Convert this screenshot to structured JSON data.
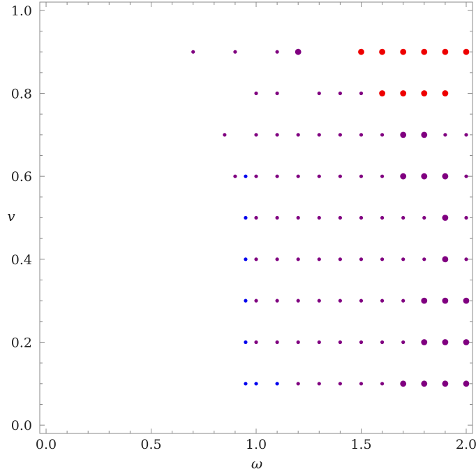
{
  "chart_data": {
    "type": "scatter",
    "xlabel": "ω",
    "ylabel": "v",
    "xlim": [
      -0.03,
      2.03
    ],
    "ylim": [
      -0.02,
      1.02
    ],
    "x_ticks": [
      "0.0",
      "0.5",
      "1.0",
      "1.5",
      "2.0"
    ],
    "x_tick_values": [
      0.0,
      0.5,
      1.0,
      1.5,
      2.0
    ],
    "y_ticks": [
      "0.0",
      "0.2",
      "0.4",
      "0.6",
      "0.8",
      "1.0"
    ],
    "y_tick_values": [
      0.0,
      0.2,
      0.4,
      0.6,
      0.8,
      1.0
    ],
    "grid": false,
    "colors": {
      "blue": "#0000ee",
      "purple": "#800080",
      "red": "#ee0000",
      "frame": "#888888"
    },
    "points": [
      {
        "x": 0.7,
        "y": 0.9,
        "color": "purple",
        "size": "small"
      },
      {
        "x": 0.9,
        "y": 0.9,
        "color": "purple",
        "size": "small"
      },
      {
        "x": 1.1,
        "y": 0.9,
        "color": "purple",
        "size": "small"
      },
      {
        "x": 1.2,
        "y": 0.9,
        "color": "purple",
        "size": "large"
      },
      {
        "x": 1.5,
        "y": 0.9,
        "color": "red",
        "size": "large"
      },
      {
        "x": 1.6,
        "y": 0.9,
        "color": "red",
        "size": "large"
      },
      {
        "x": 1.7,
        "y": 0.9,
        "color": "red",
        "size": "large"
      },
      {
        "x": 1.8,
        "y": 0.9,
        "color": "red",
        "size": "large"
      },
      {
        "x": 1.9,
        "y": 0.9,
        "color": "red",
        "size": "large"
      },
      {
        "x": 2.0,
        "y": 0.9,
        "color": "red",
        "size": "large"
      },
      {
        "x": 1.0,
        "y": 0.8,
        "color": "purple",
        "size": "small"
      },
      {
        "x": 1.1,
        "y": 0.8,
        "color": "purple",
        "size": "small"
      },
      {
        "x": 1.3,
        "y": 0.8,
        "color": "purple",
        "size": "small"
      },
      {
        "x": 1.4,
        "y": 0.8,
        "color": "purple",
        "size": "small"
      },
      {
        "x": 1.5,
        "y": 0.8,
        "color": "purple",
        "size": "small"
      },
      {
        "x": 1.6,
        "y": 0.8,
        "color": "red",
        "size": "large"
      },
      {
        "x": 1.7,
        "y": 0.8,
        "color": "red",
        "size": "large"
      },
      {
        "x": 1.8,
        "y": 0.8,
        "color": "red",
        "size": "large"
      },
      {
        "x": 1.9,
        "y": 0.8,
        "color": "red",
        "size": "large"
      },
      {
        "x": 0.85,
        "y": 0.7,
        "color": "purple",
        "size": "small"
      },
      {
        "x": 1.0,
        "y": 0.7,
        "color": "purple",
        "size": "small"
      },
      {
        "x": 1.1,
        "y": 0.7,
        "color": "purple",
        "size": "small"
      },
      {
        "x": 1.2,
        "y": 0.7,
        "color": "purple",
        "size": "small"
      },
      {
        "x": 1.3,
        "y": 0.7,
        "color": "purple",
        "size": "small"
      },
      {
        "x": 1.4,
        "y": 0.7,
        "color": "purple",
        "size": "small"
      },
      {
        "x": 1.5,
        "y": 0.7,
        "color": "purple",
        "size": "small"
      },
      {
        "x": 1.6,
        "y": 0.7,
        "color": "purple",
        "size": "small"
      },
      {
        "x": 1.7,
        "y": 0.7,
        "color": "purple",
        "size": "large"
      },
      {
        "x": 1.8,
        "y": 0.7,
        "color": "purple",
        "size": "large"
      },
      {
        "x": 1.9,
        "y": 0.7,
        "color": "purple",
        "size": "small"
      },
      {
        "x": 2.0,
        "y": 0.7,
        "color": "purple",
        "size": "small"
      },
      {
        "x": 0.9,
        "y": 0.6,
        "color": "purple",
        "size": "small"
      },
      {
        "x": 0.95,
        "y": 0.6,
        "color": "blue",
        "size": "small"
      },
      {
        "x": 1.0,
        "y": 0.6,
        "color": "purple",
        "size": "small"
      },
      {
        "x": 1.1,
        "y": 0.6,
        "color": "purple",
        "size": "small"
      },
      {
        "x": 1.2,
        "y": 0.6,
        "color": "purple",
        "size": "small"
      },
      {
        "x": 1.3,
        "y": 0.6,
        "color": "purple",
        "size": "small"
      },
      {
        "x": 1.4,
        "y": 0.6,
        "color": "purple",
        "size": "small"
      },
      {
        "x": 1.5,
        "y": 0.6,
        "color": "purple",
        "size": "small"
      },
      {
        "x": 1.6,
        "y": 0.6,
        "color": "purple",
        "size": "small"
      },
      {
        "x": 1.7,
        "y": 0.6,
        "color": "purple",
        "size": "large"
      },
      {
        "x": 1.8,
        "y": 0.6,
        "color": "purple",
        "size": "large"
      },
      {
        "x": 1.9,
        "y": 0.6,
        "color": "purple",
        "size": "large"
      },
      {
        "x": 2.0,
        "y": 0.6,
        "color": "purple",
        "size": "small"
      },
      {
        "x": 0.95,
        "y": 0.5,
        "color": "blue",
        "size": "small"
      },
      {
        "x": 1.0,
        "y": 0.5,
        "color": "purple",
        "size": "small"
      },
      {
        "x": 1.1,
        "y": 0.5,
        "color": "purple",
        "size": "small"
      },
      {
        "x": 1.2,
        "y": 0.5,
        "color": "purple",
        "size": "small"
      },
      {
        "x": 1.3,
        "y": 0.5,
        "color": "purple",
        "size": "small"
      },
      {
        "x": 1.4,
        "y": 0.5,
        "color": "purple",
        "size": "small"
      },
      {
        "x": 1.5,
        "y": 0.5,
        "color": "purple",
        "size": "small"
      },
      {
        "x": 1.6,
        "y": 0.5,
        "color": "purple",
        "size": "small"
      },
      {
        "x": 1.7,
        "y": 0.5,
        "color": "purple",
        "size": "small"
      },
      {
        "x": 1.8,
        "y": 0.5,
        "color": "purple",
        "size": "small"
      },
      {
        "x": 1.9,
        "y": 0.5,
        "color": "purple",
        "size": "large"
      },
      {
        "x": 2.0,
        "y": 0.5,
        "color": "purple",
        "size": "small"
      },
      {
        "x": 0.95,
        "y": 0.4,
        "color": "blue",
        "size": "small"
      },
      {
        "x": 1.0,
        "y": 0.4,
        "color": "purple",
        "size": "small"
      },
      {
        "x": 1.1,
        "y": 0.4,
        "color": "purple",
        "size": "small"
      },
      {
        "x": 1.2,
        "y": 0.4,
        "color": "purple",
        "size": "small"
      },
      {
        "x": 1.3,
        "y": 0.4,
        "color": "purple",
        "size": "small"
      },
      {
        "x": 1.4,
        "y": 0.4,
        "color": "purple",
        "size": "small"
      },
      {
        "x": 1.5,
        "y": 0.4,
        "color": "purple",
        "size": "small"
      },
      {
        "x": 1.6,
        "y": 0.4,
        "color": "purple",
        "size": "small"
      },
      {
        "x": 1.7,
        "y": 0.4,
        "color": "purple",
        "size": "small"
      },
      {
        "x": 1.8,
        "y": 0.4,
        "color": "purple",
        "size": "small"
      },
      {
        "x": 1.9,
        "y": 0.4,
        "color": "purple",
        "size": "large"
      },
      {
        "x": 2.0,
        "y": 0.4,
        "color": "purple",
        "size": "small"
      },
      {
        "x": 0.95,
        "y": 0.3,
        "color": "blue",
        "size": "small"
      },
      {
        "x": 1.0,
        "y": 0.3,
        "color": "purple",
        "size": "small"
      },
      {
        "x": 1.1,
        "y": 0.3,
        "color": "purple",
        "size": "small"
      },
      {
        "x": 1.2,
        "y": 0.3,
        "color": "purple",
        "size": "small"
      },
      {
        "x": 1.3,
        "y": 0.3,
        "color": "purple",
        "size": "small"
      },
      {
        "x": 1.4,
        "y": 0.3,
        "color": "purple",
        "size": "small"
      },
      {
        "x": 1.5,
        "y": 0.3,
        "color": "purple",
        "size": "small"
      },
      {
        "x": 1.6,
        "y": 0.3,
        "color": "purple",
        "size": "small"
      },
      {
        "x": 1.7,
        "y": 0.3,
        "color": "purple",
        "size": "small"
      },
      {
        "x": 1.8,
        "y": 0.3,
        "color": "purple",
        "size": "large"
      },
      {
        "x": 1.9,
        "y": 0.3,
        "color": "purple",
        "size": "large"
      },
      {
        "x": 2.0,
        "y": 0.3,
        "color": "purple",
        "size": "large"
      },
      {
        "x": 0.95,
        "y": 0.2,
        "color": "blue",
        "size": "small"
      },
      {
        "x": 1.0,
        "y": 0.2,
        "color": "purple",
        "size": "small"
      },
      {
        "x": 1.1,
        "y": 0.2,
        "color": "purple",
        "size": "small"
      },
      {
        "x": 1.2,
        "y": 0.2,
        "color": "purple",
        "size": "small"
      },
      {
        "x": 1.3,
        "y": 0.2,
        "color": "purple",
        "size": "small"
      },
      {
        "x": 1.4,
        "y": 0.2,
        "color": "purple",
        "size": "small"
      },
      {
        "x": 1.5,
        "y": 0.2,
        "color": "purple",
        "size": "small"
      },
      {
        "x": 1.6,
        "y": 0.2,
        "color": "purple",
        "size": "small"
      },
      {
        "x": 1.7,
        "y": 0.2,
        "color": "purple",
        "size": "small"
      },
      {
        "x": 1.8,
        "y": 0.2,
        "color": "purple",
        "size": "large"
      },
      {
        "x": 1.9,
        "y": 0.2,
        "color": "purple",
        "size": "large"
      },
      {
        "x": 2.0,
        "y": 0.2,
        "color": "purple",
        "size": "large"
      },
      {
        "x": 0.95,
        "y": 0.1,
        "color": "blue",
        "size": "small"
      },
      {
        "x": 1.0,
        "y": 0.1,
        "color": "blue",
        "size": "small"
      },
      {
        "x": 1.1,
        "y": 0.1,
        "color": "blue",
        "size": "small"
      },
      {
        "x": 1.2,
        "y": 0.1,
        "color": "purple",
        "size": "small"
      },
      {
        "x": 1.3,
        "y": 0.1,
        "color": "purple",
        "size": "small"
      },
      {
        "x": 1.4,
        "y": 0.1,
        "color": "purple",
        "size": "small"
      },
      {
        "x": 1.5,
        "y": 0.1,
        "color": "purple",
        "size": "small"
      },
      {
        "x": 1.6,
        "y": 0.1,
        "color": "purple",
        "size": "small"
      },
      {
        "x": 1.7,
        "y": 0.1,
        "color": "purple",
        "size": "large"
      },
      {
        "x": 1.8,
        "y": 0.1,
        "color": "purple",
        "size": "large"
      },
      {
        "x": 1.9,
        "y": 0.1,
        "color": "purple",
        "size": "large"
      },
      {
        "x": 2.0,
        "y": 0.1,
        "color": "purple",
        "size": "large"
      }
    ]
  }
}
